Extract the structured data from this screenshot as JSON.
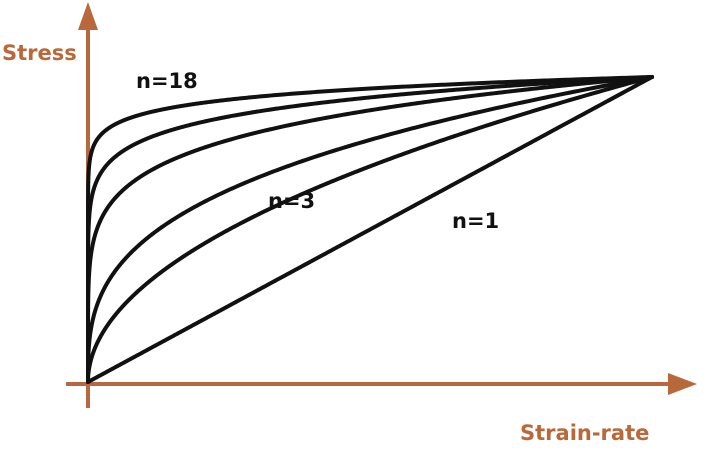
{
  "diagram": {
    "y_axis_label": "Stress",
    "x_axis_label": "Strain-rate",
    "curve_labels": [
      "n=18",
      "n=3",
      "n=1"
    ],
    "exponents": [
      1,
      2,
      3,
      6,
      10,
      18
    ],
    "colors": {
      "axis": "#B8683A",
      "curve": "#111111",
      "background": "#FFFFFF"
    }
  }
}
